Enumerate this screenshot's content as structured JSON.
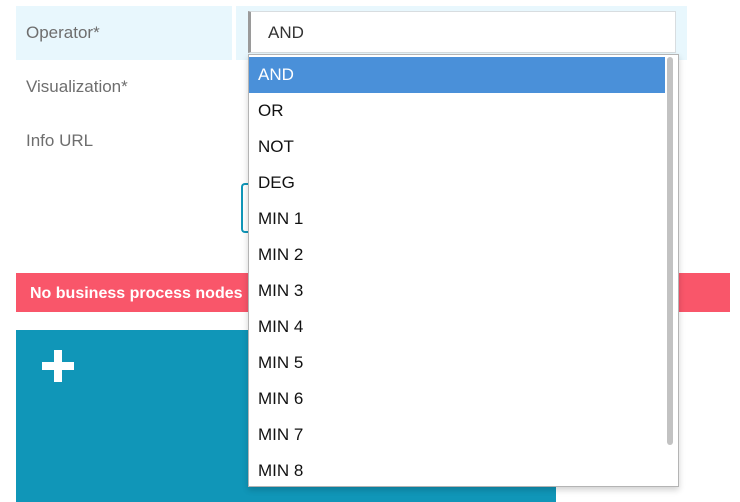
{
  "form": {
    "operator_label": "Operator*",
    "visualization_label": "Visualization*",
    "info_url_label": "Info URL",
    "operator_value": "AND"
  },
  "alert": {
    "text": "No business process nodes"
  },
  "dropdown": {
    "selected": "AND",
    "options": [
      "AND",
      "OR",
      "NOT",
      "DEG",
      "MIN 1",
      "MIN 2",
      "MIN 3",
      "MIN 4",
      "MIN 5",
      "MIN 6",
      "MIN 7",
      "MIN 8"
    ]
  },
  "panel": {
    "add_icon": "plus-icon"
  },
  "colors": {
    "active_row": "#e8f7fd",
    "alert": "#f9566a",
    "panel": "#1096b8",
    "selected_option": "#4a90d9"
  }
}
